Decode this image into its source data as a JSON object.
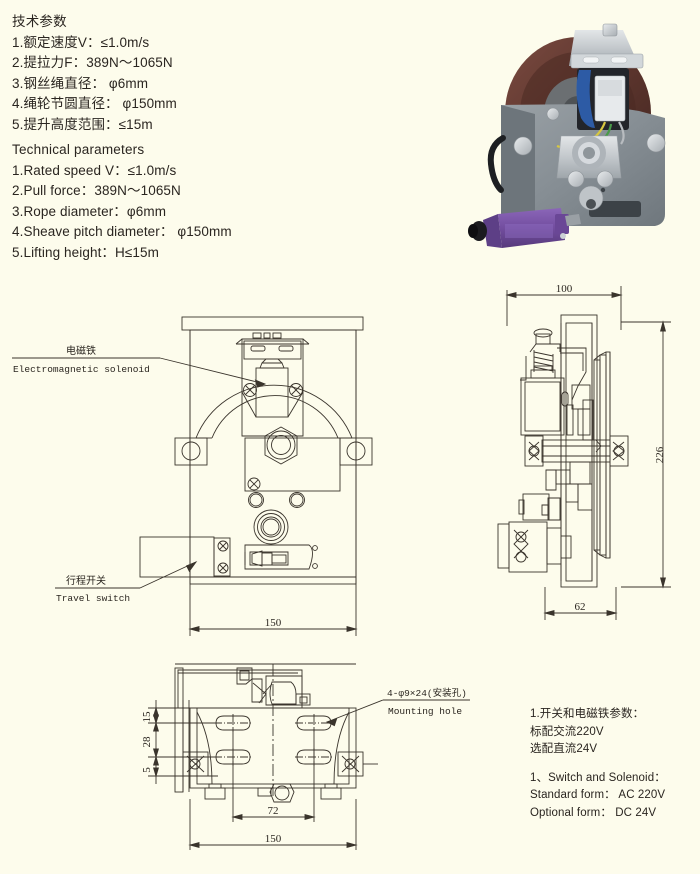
{
  "specs_cn": {
    "title": "技术参数",
    "lines": [
      "1.额定速度V：≤1.0m/s",
      "2.提拉力F：389N～1065N",
      "3.钢丝绳直径： φ6mm",
      "4.绳轮节圆直径： φ150mm",
      "5.提升高度范围：≤15m"
    ]
  },
  "specs_en": {
    "title": "Technical parameters",
    "lines": [
      "1.Rated speed V：≤1.0m/s",
      "2.Pull force：389N～1065N",
      "3.Rope diameter：φ6mm",
      "4.Sheave pitch diameter： φ150mm",
      "5.Lifting height：H≤15m"
    ]
  },
  "callouts": {
    "solenoid_cn": "电磁铁",
    "solenoid_en": "Electromagnetic solenoid",
    "travel_switch_cn": "行程开关",
    "travel_switch_en": "Travel switch",
    "mounting_hole_cn": "4-φ9×24(安装孔)",
    "mounting_hole_en": "Mounting hole"
  },
  "dimensions": {
    "front_width": "150",
    "side_top": "100",
    "side_height": "226",
    "side_bottom": "62",
    "bottom_width": "150",
    "bottom_inner": "72",
    "bottom_v1": "15",
    "bottom_v2": "28",
    "bottom_v3": "5"
  },
  "notes": {
    "cn": [
      "1.开关和电磁铁参数：",
      "标配交流220V",
      "选配直流24V"
    ],
    "en": [
      "1、Switch and Solenoid：",
      "Standard form： AC 220V",
      "Optional form： DC 24V"
    ]
  },
  "colors": {
    "background": "#fdfcec",
    "line": "#3a342c",
    "text": "#2a2520",
    "photo_body": "#8d9499",
    "photo_sheave": "#5e3a34",
    "photo_switch": "#7b55a8",
    "photo_bracket": "#c9cdd1"
  }
}
